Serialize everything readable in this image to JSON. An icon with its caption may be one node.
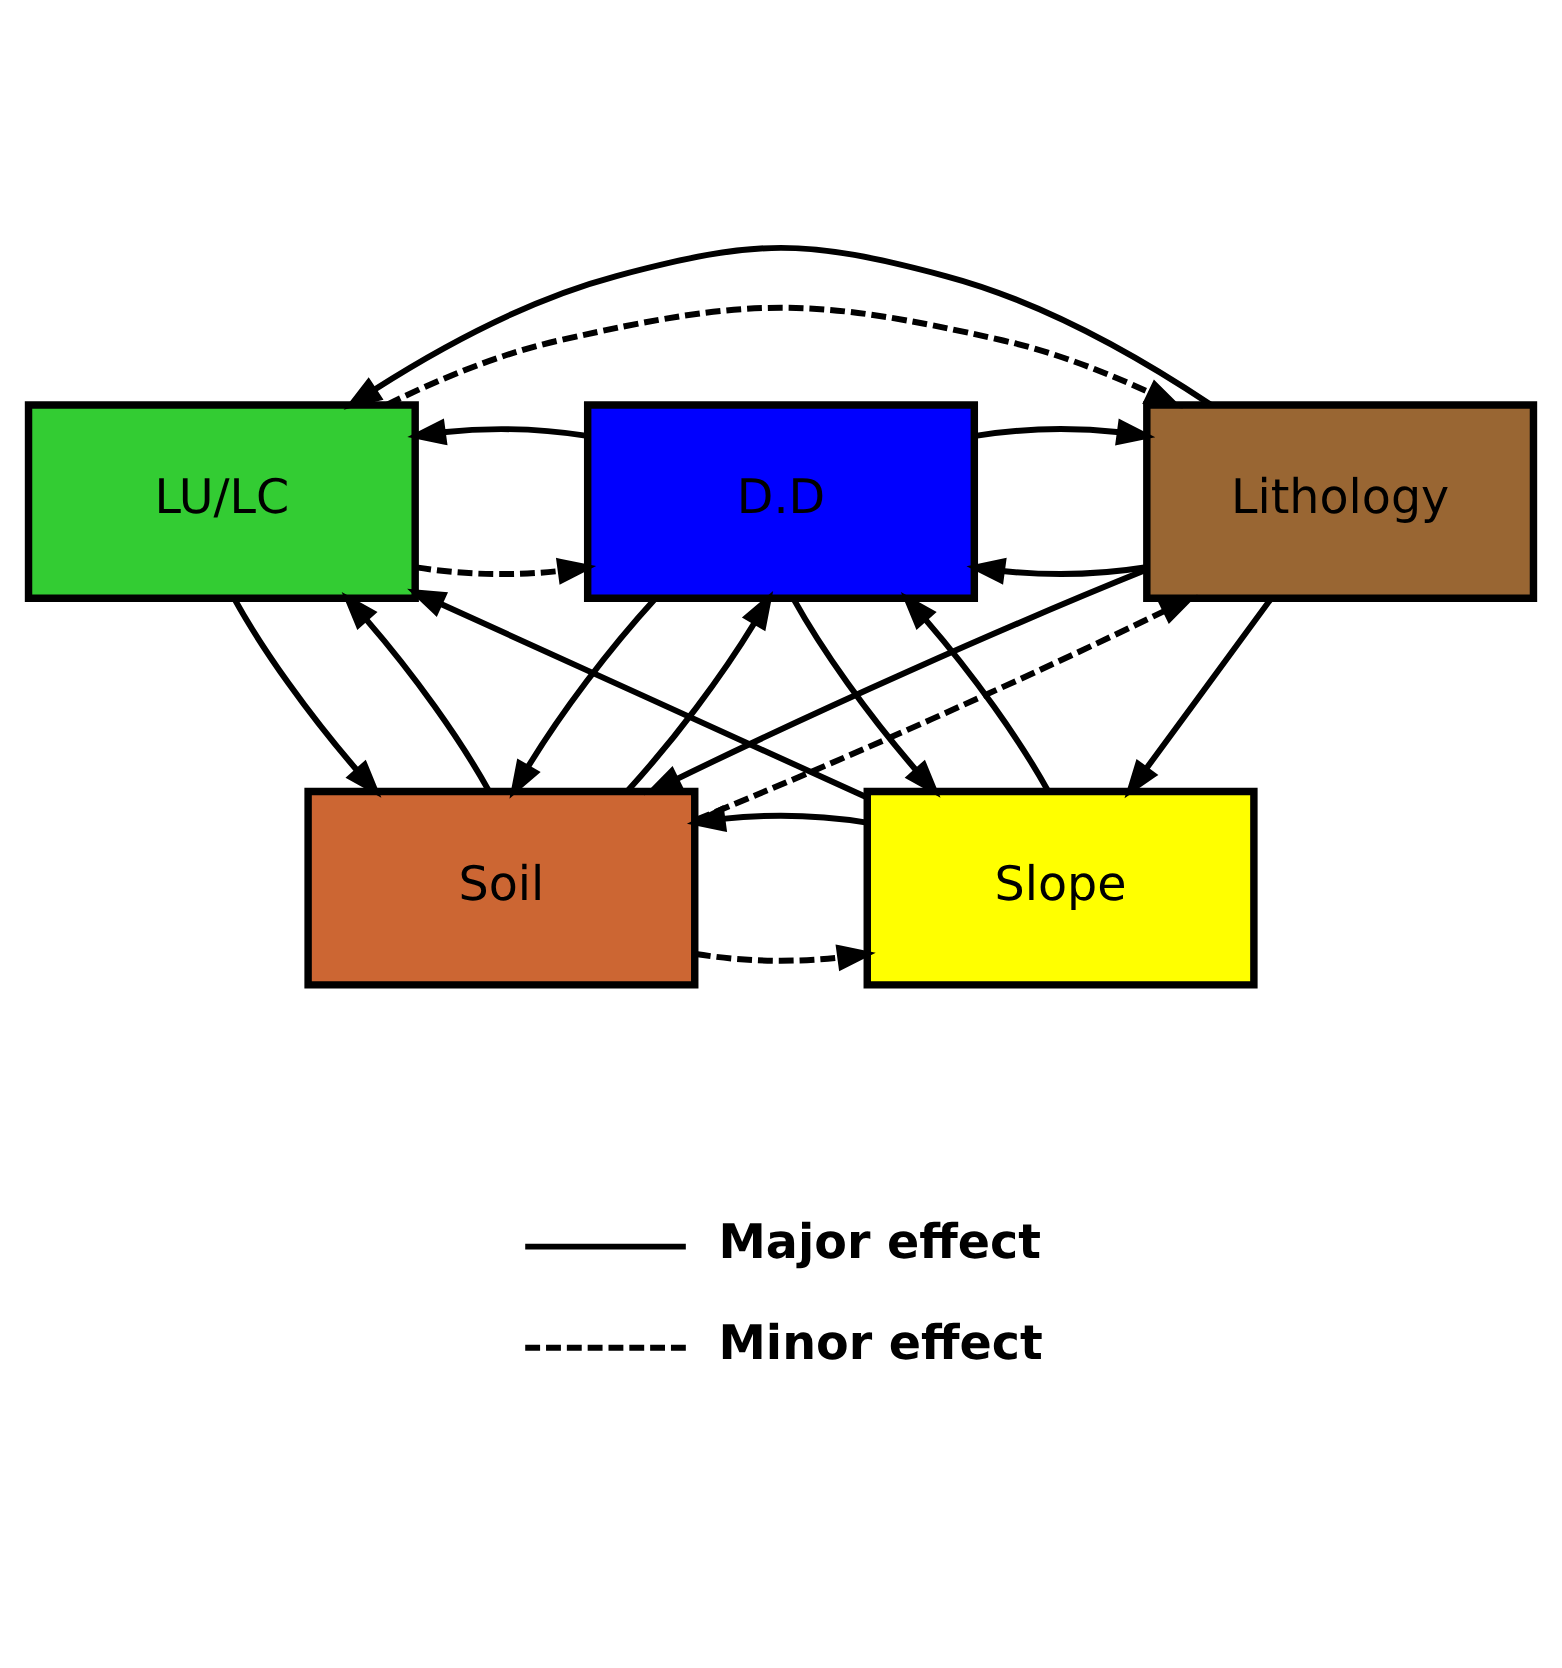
{
  "diagram": {
    "nodes": [
      {
        "text": [
          "LU/LC"
        ]
      },
      {
        "text": [
          "D.D"
        ]
      },
      {
        "text": [
          "Lithology"
        ]
      },
      {
        "text": [
          "Slope"
        ]
      },
      {
        "text": [
          "Soil"
        ]
      }
    ],
    "edges": [
      {
        "from": 0,
        "to": 1,
        "arrow": "to",
        "style": "dashed"
      },
      {
        "from": 0,
        "to": 2,
        "arrow": "to",
        "style": "dashed"
      },
      {
        "from": 1,
        "to": 0,
        "arrow": "to"
      },
      {
        "from": 2,
        "to": 0,
        "arrow": "to"
      },
      {
        "from": 1,
        "to": 4,
        "arrow": "to"
      },
      {
        "from": 4,
        "to": 1,
        "arrow": "to"
      },
      {
        "from": 3,
        "to": 0,
        "arrow": "to"
      },
      {
        "from": 0,
        "to": 4,
        "arrow": "to"
      },
      {
        "from": 4,
        "to": 0,
        "arrow": "to"
      },
      {
        "from": 1,
        "to": 3,
        "arrow": "to"
      },
      {
        "from": 3,
        "to": 1,
        "arrow": "to"
      },
      {
        "from": 2,
        "to": 4,
        "arrow": "to"
      },
      {
        "from": 4,
        "to": 2,
        "arrow": "to",
        "style": "dashed"
      },
      {
        "from": 4,
        "to": 3,
        "arrow": "to",
        "style": "dashed"
      },
      {
        "from": 3,
        "to": 4,
        "arrow": "to"
      },
      {
        "from": 2,
        "to": 3,
        "arrow": "to"
      },
      {
        "from": 2,
        "to": 1,
        "arrow": "to"
      },
      {
        "from": 1,
        "to": 2,
        "arrow": "to"
      }
    ],
    "legend": [
      {
        "text": "Major effect"
      },
      {
        "text": "Minor effect"
      }
    ]
  }
}
